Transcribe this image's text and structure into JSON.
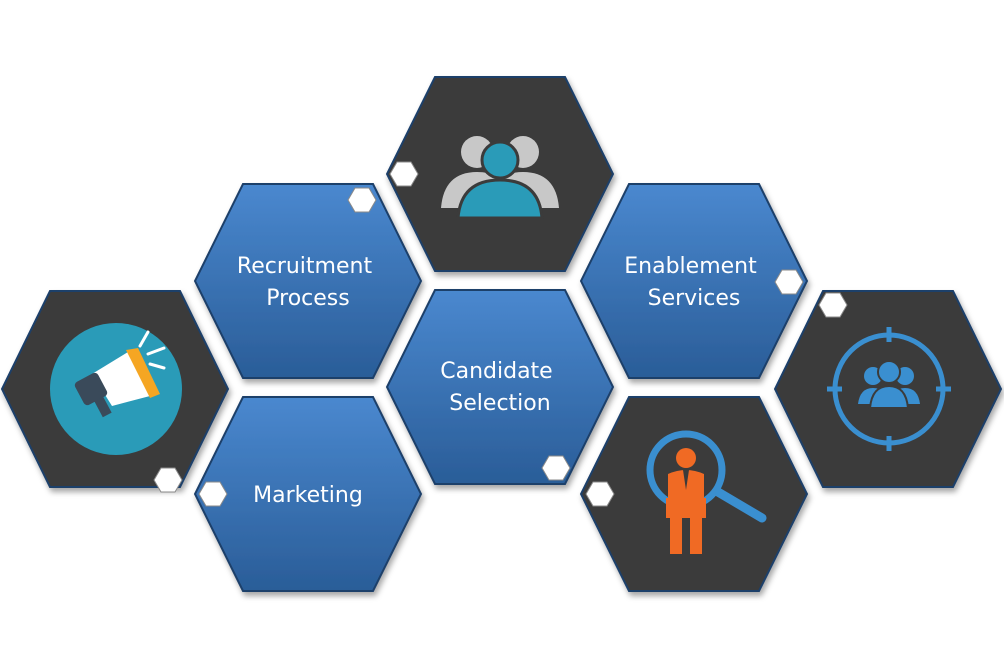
{
  "colors": {
    "blue_top": "#4a88cf",
    "blue_bottom": "#2a5d98",
    "dark": "#3b3b3b",
    "outline": "#1f3f6a",
    "teal": "#2a9bb8",
    "orange": "#f06a24",
    "grey_silhouette": "#c8c8c8",
    "icon_blue": "#3a8fd0"
  },
  "hexagons": [
    {
      "id": "marketing-icon",
      "style": "dark",
      "icon": "megaphone-icon"
    },
    {
      "id": "recruitment-process",
      "style": "blue",
      "label_lines": [
        "Recruitment",
        "Process"
      ]
    },
    {
      "id": "marketing",
      "style": "blue",
      "label_lines": [
        "Marketing"
      ]
    },
    {
      "id": "team-icon",
      "style": "dark",
      "icon": "people-group-icon"
    },
    {
      "id": "candidate-selection",
      "style": "blue",
      "label_lines": [
        "Candidate",
        "Selection"
      ]
    },
    {
      "id": "enablement-services",
      "style": "blue",
      "label_lines": [
        "Enablement",
        "Services"
      ]
    },
    {
      "id": "search-icon-hex",
      "style": "dark",
      "icon": "candidate-search-icon"
    },
    {
      "id": "target-icon-hex",
      "style": "dark",
      "icon": "target-audience-icon"
    }
  ]
}
